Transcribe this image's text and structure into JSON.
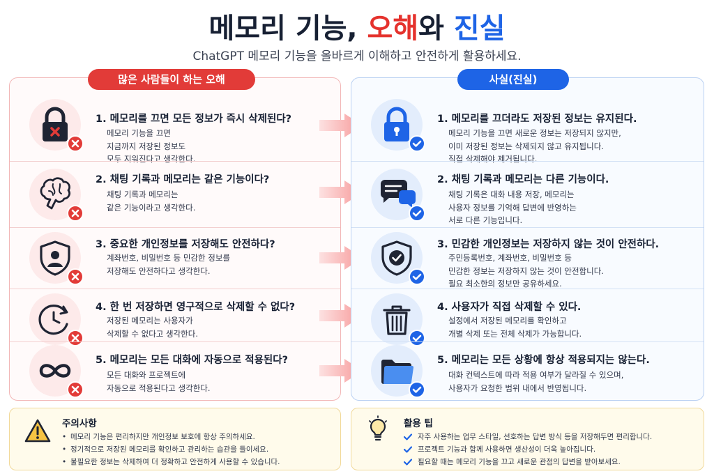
{
  "header": {
    "title_prefix": "메모리 기능, ",
    "title_red": "오해",
    "title_mid": "와 ",
    "title_blue": "진실",
    "subtitle": "ChatGPT 메모리 기능을 올바르게 이해하고 안전하게 활용하세요."
  },
  "myths": {
    "label": "많은 사람들이 하는 오해",
    "items": [
      {
        "icon": "lock-icon",
        "heading": "1. 메모리를 끄면 모든 정보가 즉시 삭제된다?",
        "lines": [
          "메모리 기능을 끄면",
          "지금까지 저장된 정보도",
          "모두 지워진다고 생각한다."
        ]
      },
      {
        "icon": "brain-icon",
        "heading": "2. 채팅 기록과 메모리는 같은 기능이다?",
        "lines": [
          "채팅 기록과 메모리는",
          "같은 기능이라고 생각한다."
        ]
      },
      {
        "icon": "user-shield-icon",
        "heading": "3. 중요한 개인정보를 저장해도 안전하다?",
        "lines": [
          "계좌번호, 비밀번호 등 민감한 정보를",
          "저장해도 안전하다고 생각한다."
        ]
      },
      {
        "icon": "clock-icon",
        "heading": "4. 한 번 저장하면 영구적으로 삭제할 수 없다?",
        "lines": [
          "저장된 메모리는 사용자가",
          "삭제할 수 없다고 생각한다."
        ]
      },
      {
        "icon": "infinity-icon",
        "heading": "5. 메모리는 모든 대화에 자동으로 적용된다?",
        "lines": [
          "모든 대화와 프로젝트에",
          "자동으로 적용된다고 생각한다."
        ]
      }
    ]
  },
  "facts": {
    "label": "사실(진실)",
    "items": [
      {
        "icon": "lock-icon",
        "heading": "1. 메모리를 끄더라도 저장된 정보는 유지된다.",
        "lines": [
          "메모리 기능을 끄면 새로운 정보는 저장되지 않지만,",
          "이미 저장된 정보는 삭제되지 않고 유지됩니다.",
          "직접 삭제해야 제거됩니다."
        ]
      },
      {
        "icon": "chat-icon",
        "heading": "2. 채팅 기록과 메모리는 다른 기능이다.",
        "lines": [
          "채팅 기록은 대화 내용 저장, 메모리는",
          "사용자 정보를 기억해 답변에 반영하는",
          "서로 다른 기능입니다."
        ]
      },
      {
        "icon": "shield-check-icon",
        "heading": "3. 민감한 개인정보는 저장하지 않는 것이 안전하다.",
        "lines": [
          "주민등록번호, 계좌번호, 비밀번호 등",
          "민감한 정보는 저장하지 않는 것이 안전합니다.",
          "필요 최소한의 정보만 공유하세요."
        ]
      },
      {
        "icon": "trash-icon",
        "heading": "4. 사용자가 직접 삭제할 수 있다.",
        "lines": [
          "설정에서 저장된 메모리를 확인하고",
          "개별 삭제 또는 전체 삭제가 가능합니다."
        ]
      },
      {
        "icon": "folder-icon",
        "heading": "5. 메모리는 모든 상황에 항상 적용되지는 않는다.",
        "lines": [
          "대화 컨텍스트에 따라 적용 여부가 달라질 수 있으며,",
          "사용자가 요청한 범위 내에서 반영됩니다."
        ]
      }
    ]
  },
  "caution": {
    "title": "주의사항",
    "items": [
      "메모리 기능은 편리하지만 개인정보 보호에 항상 주의하세요.",
      "정기적으로 저장된 메모리를 확인하고 관리하는 습관을 들이세요.",
      "불필요한 정보는 삭제하여 더 정확하고 안전하게 사용할 수 있습니다."
    ]
  },
  "tips": {
    "title": "활용 팁",
    "items": [
      "자주 사용하는 업무 스타일, 선호하는 답변 방식 등을 저장해두면 편리합니다.",
      "프로젝트 기능과 함께 사용하면 생산성이 더욱 높아집니다.",
      "필요할 때는 메모리 기능을 끄고 새로운 관점의 답변을 받아보세요."
    ]
  },
  "colors": {
    "red": "#e23b38",
    "blue": "#1e64e6",
    "navy": "#172033",
    "caution_bg": "#fffbeb"
  }
}
